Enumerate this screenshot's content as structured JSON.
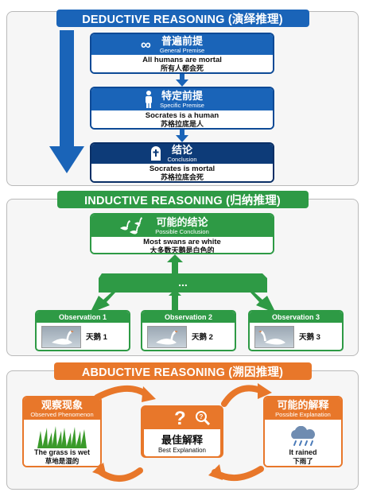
{
  "colors": {
    "deductive": "#0d4a96",
    "deductive_light": "#1a6ac2",
    "inductive": "#2e9a45",
    "abductive": "#e8772a"
  },
  "deductive": {
    "banner": "DEDUCTIVE REASONING (演绎推理)",
    "general": {
      "icon": "infinity-icon",
      "cn": "普遍前提",
      "en": "General Premise",
      "line1": "All humans are mortal",
      "line2": "所有人都会死"
    },
    "specific": {
      "icon": "person-icon",
      "cn": "特定前提",
      "en": "Specific Premise",
      "line1": "Socrates is a human",
      "line2": "苏格拉底是人"
    },
    "conclusion": {
      "icon": "tombstone-icon",
      "cn": "结论",
      "en": "Conclusion",
      "line1": "Socrates is mortal",
      "line2": "苏格拉底会死"
    }
  },
  "inductive": {
    "banner": "INDUCTIVE REASONING (归纳推理)",
    "conclusion": {
      "icon": "swans-icon",
      "cn": "可能的结论",
      "en": "Possible Conclusion",
      "line1": "Most swans are white",
      "line2": "大多数天鹅是白色的"
    },
    "ellipsis": "...",
    "observations": [
      {
        "title": "Observation 1",
        "label": "天鹅 1"
      },
      {
        "title": "Observation 2",
        "label": "天鹅 2"
      },
      {
        "title": "Observation 3",
        "label": "天鹅 3"
      }
    ]
  },
  "abductive": {
    "banner": "ABDUCTIVE REASONING (溯因推理)",
    "observed": {
      "icon": "grass-icon",
      "cn": "观察现象",
      "en": "Observed Phenomenon",
      "line1": "The grass is wet",
      "line2": "草地是湿的"
    },
    "best": {
      "icon": "question-magnifier-icon",
      "cn": "最佳解释",
      "en": "Best Explanation"
    },
    "possible": {
      "icon": "rain-cloud-icon",
      "cn": "可能的解释",
      "en": "Possible Explanation",
      "line1": "It rained",
      "line2": "下雨了"
    }
  }
}
